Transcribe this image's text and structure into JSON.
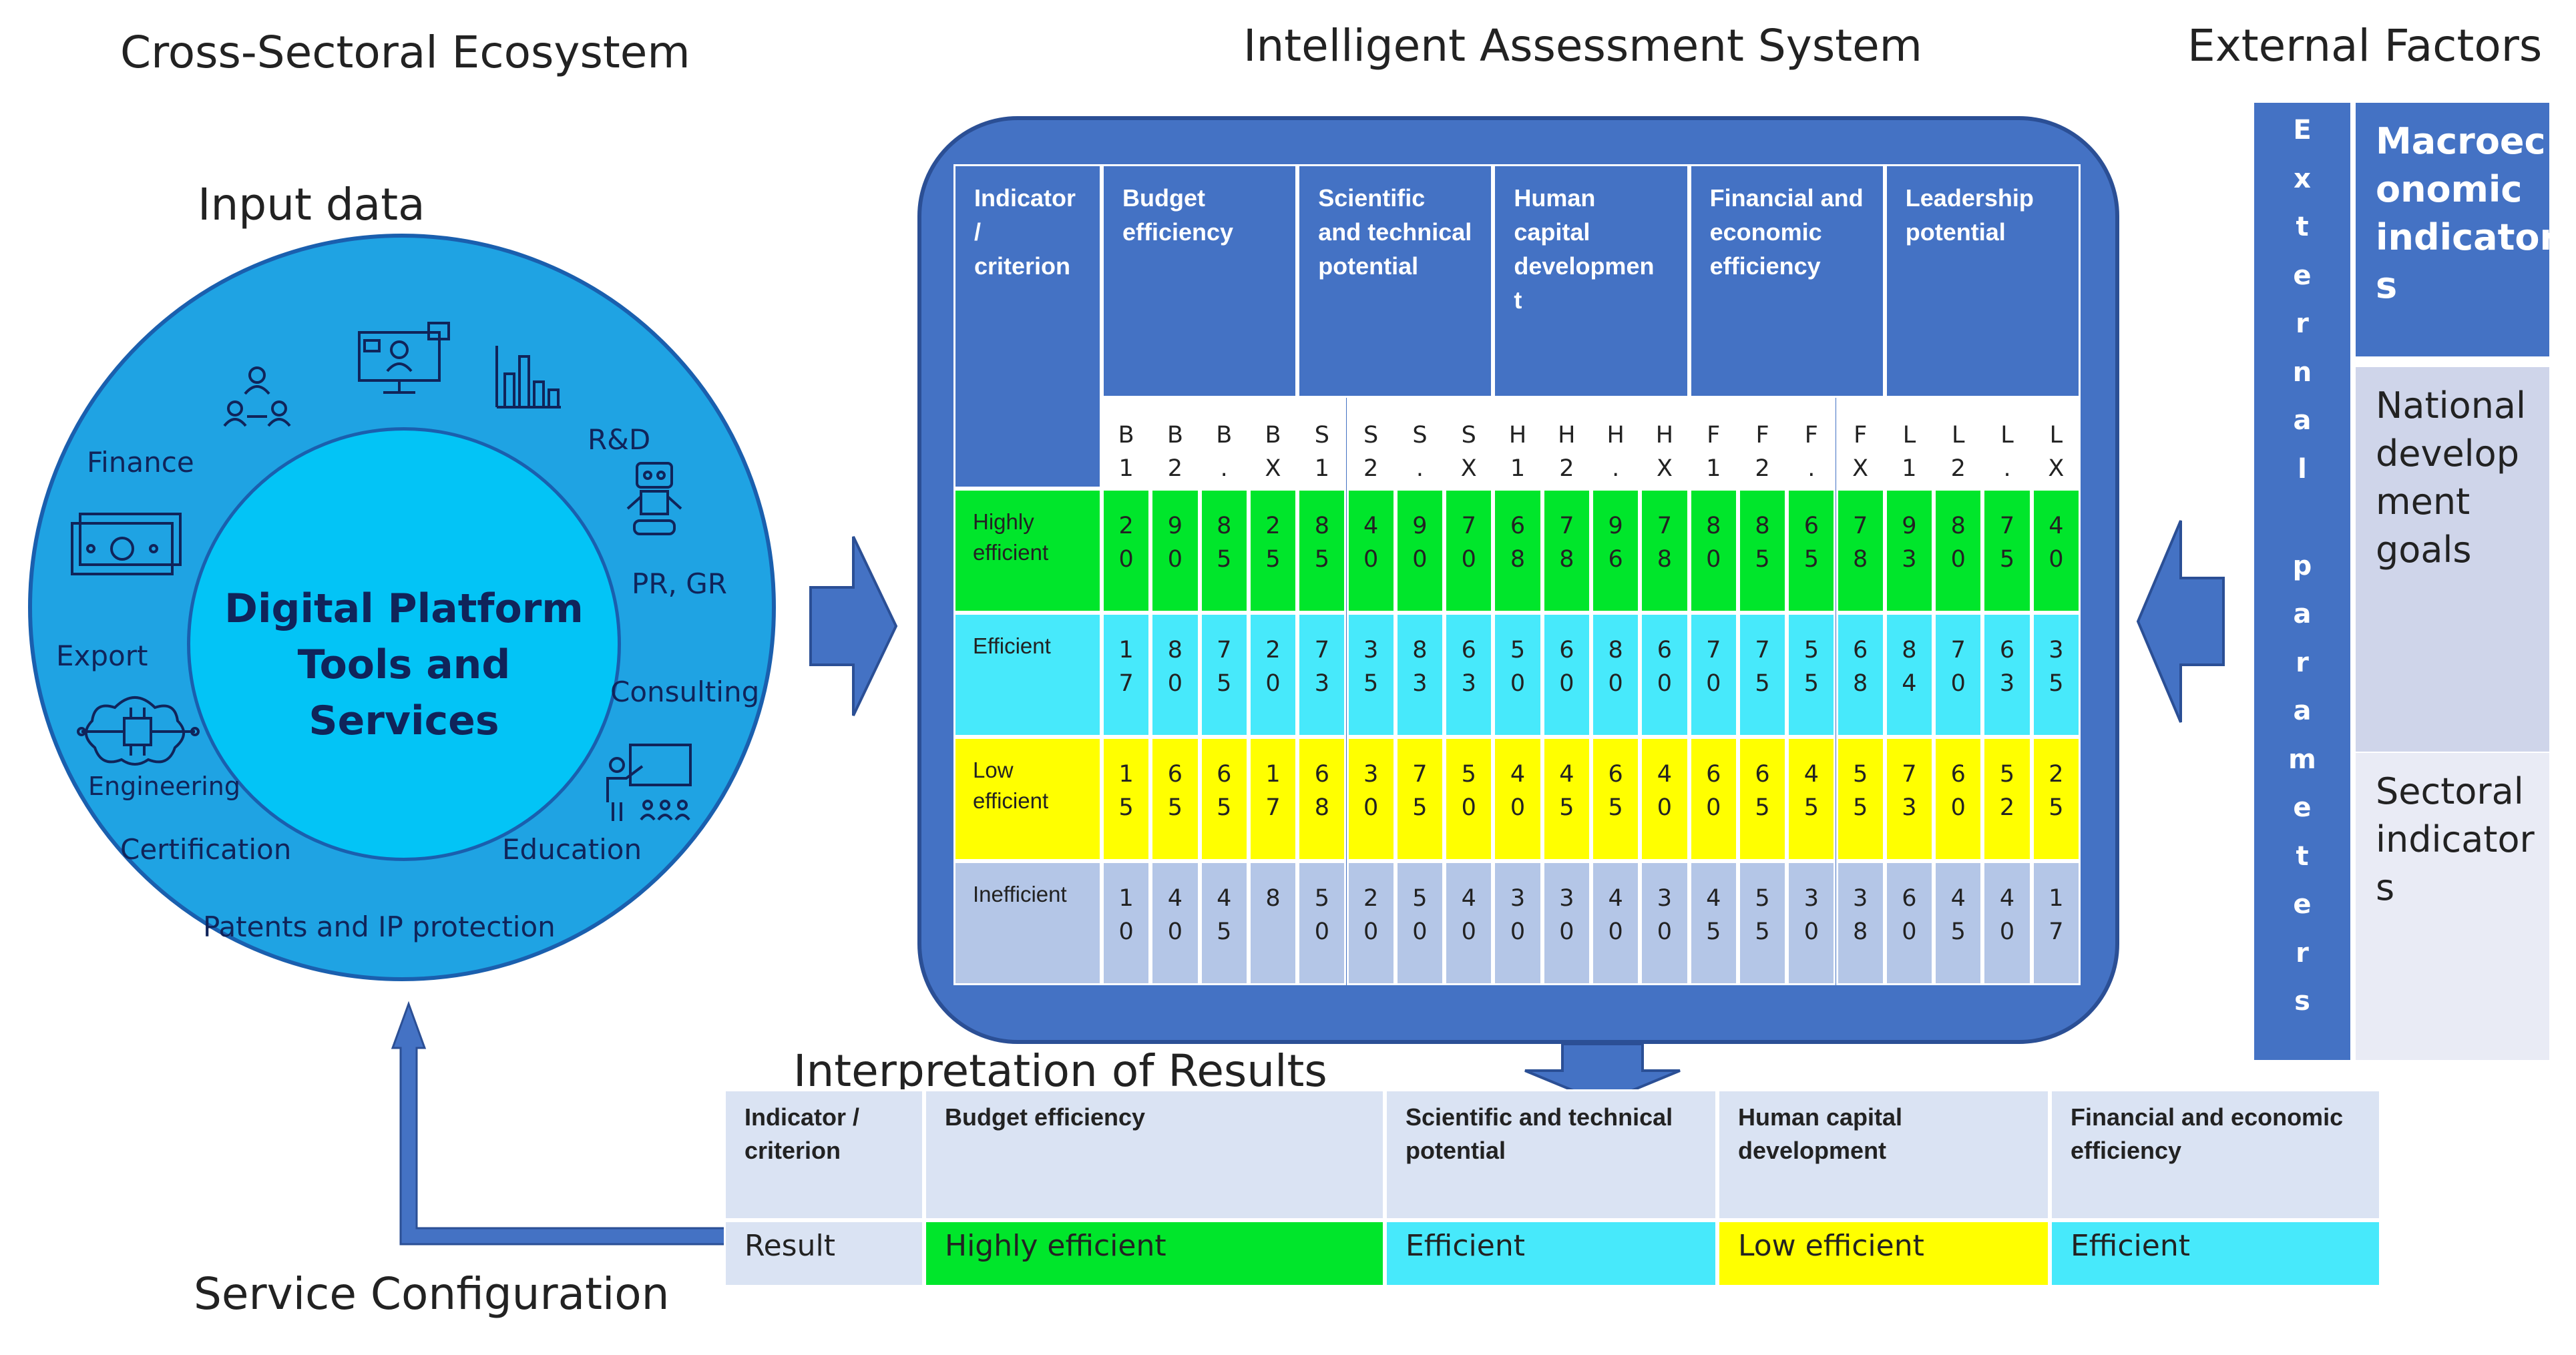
{
  "titles": {
    "ecosystem": "Cross-Sectoral Ecosystem",
    "system": "Intelligent Assessment System",
    "external": "External Factors",
    "input": "Input data",
    "interpretation": "Interpretation of Results",
    "service": "Service Configuration"
  },
  "platform": {
    "line1": "Digital Platform",
    "line2": "Tools and Services"
  },
  "sectors": {
    "finance": "Finance",
    "rnd": "R&D",
    "pr": "PR, GR",
    "export": "Export",
    "consulting": "Consulting",
    "engineering": "Engineering",
    "certification": "Certification",
    "education": "Education",
    "patents": "Patents and IP protection"
  },
  "assessment": {
    "corner": "Indicator / criterion",
    "groups": [
      {
        "label": "Budget efficiency",
        "subs": [
          [
            "B",
            "1"
          ],
          [
            "B",
            "2"
          ],
          [
            "B",
            "."
          ],
          [
            "B",
            "X"
          ]
        ]
      },
      {
        "label": "Scientific and technical potential",
        "subs": [
          [
            "S",
            "1"
          ],
          [
            "S",
            "2"
          ],
          [
            "S",
            "."
          ],
          [
            "S",
            "X"
          ]
        ]
      },
      {
        "label": "Human capital developmen t",
        "subs": [
          [
            "H",
            "1"
          ],
          [
            "H",
            "2"
          ],
          [
            "H",
            "."
          ],
          [
            "H",
            "X"
          ]
        ]
      },
      {
        "label": "Financial and economic efficiency",
        "subs": [
          [
            "F",
            "1"
          ],
          [
            "F",
            "2"
          ],
          [
            "F",
            "."
          ],
          [
            "F",
            "X"
          ]
        ]
      },
      {
        "label": "Leadership potential",
        "subs": [
          [
            "L",
            "1"
          ],
          [
            "L",
            "2"
          ],
          [
            "L",
            "."
          ],
          [
            "L",
            "X"
          ]
        ]
      }
    ],
    "rows": [
      {
        "label": "Highly efficient",
        "color": "#00e62b",
        "cells": [
          [
            "2",
            "0"
          ],
          [
            "9",
            "0"
          ],
          [
            "8",
            "5"
          ],
          [
            "2",
            "5"
          ],
          [
            "8",
            "5"
          ],
          [
            "4",
            "0"
          ],
          [
            "9",
            "0"
          ],
          [
            "7",
            "0"
          ],
          [
            "6",
            "8"
          ],
          [
            "7",
            "8"
          ],
          [
            "9",
            "6"
          ],
          [
            "7",
            "8"
          ],
          [
            "8",
            "0"
          ],
          [
            "8",
            "5"
          ],
          [
            "6",
            "5"
          ],
          [
            "7",
            "8"
          ],
          [
            "9",
            "3"
          ],
          [
            "8",
            "0"
          ],
          [
            "7",
            "5"
          ],
          [
            "4",
            "0"
          ]
        ]
      },
      {
        "label": "Efficient",
        "color": "#47e9fb",
        "cells": [
          [
            "1",
            "7"
          ],
          [
            "8",
            "0"
          ],
          [
            "7",
            "5"
          ],
          [
            "2",
            "0"
          ],
          [
            "7",
            "3"
          ],
          [
            "3",
            "5"
          ],
          [
            "8",
            "3"
          ],
          [
            "6",
            "3"
          ],
          [
            "5",
            "0"
          ],
          [
            "6",
            "0"
          ],
          [
            "8",
            "0"
          ],
          [
            "6",
            "0"
          ],
          [
            "7",
            "0"
          ],
          [
            "7",
            "5"
          ],
          [
            "5",
            "5"
          ],
          [
            "6",
            "8"
          ],
          [
            "8",
            "4"
          ],
          [
            "7",
            "0"
          ],
          [
            "6",
            "3"
          ],
          [
            "3",
            "5"
          ]
        ]
      },
      {
        "label": "Low efficient",
        "color": "#ffff00",
        "cells": [
          [
            "1",
            "5"
          ],
          [
            "6",
            "5"
          ],
          [
            "6",
            "5"
          ],
          [
            "1",
            "7"
          ],
          [
            "6",
            "8"
          ],
          [
            "3",
            "0"
          ],
          [
            "7",
            "5"
          ],
          [
            "5",
            "0"
          ],
          [
            "4",
            "0"
          ],
          [
            "4",
            "5"
          ],
          [
            "6",
            "5"
          ],
          [
            "4",
            "0"
          ],
          [
            "6",
            "0"
          ],
          [
            "6",
            "5"
          ],
          [
            "4",
            "5"
          ],
          [
            "5",
            "5"
          ],
          [
            "7",
            "3"
          ],
          [
            "6",
            "0"
          ],
          [
            "5",
            "2"
          ],
          [
            "2",
            "5"
          ]
        ]
      },
      {
        "label": "Inefficient",
        "color": "#b4c6e7",
        "cells": [
          [
            "1",
            "0"
          ],
          [
            "4",
            "0"
          ],
          [
            "4",
            "5"
          ],
          [
            "8",
            ""
          ],
          [
            "5",
            "0"
          ],
          [
            "2",
            "0"
          ],
          [
            "5",
            "0"
          ],
          [
            "4",
            "0"
          ],
          [
            "3",
            "0"
          ],
          [
            "3",
            "0"
          ],
          [
            "4",
            "0"
          ],
          [
            "3",
            "0"
          ],
          [
            "4",
            "5"
          ],
          [
            "5",
            "5"
          ],
          [
            "3",
            "0"
          ],
          [
            "3",
            "8"
          ],
          [
            "6",
            "0"
          ],
          [
            "4",
            "5"
          ],
          [
            "4",
            "0"
          ],
          [
            "1",
            "7"
          ]
        ]
      }
    ]
  },
  "external": {
    "vertical_text": "External parameters",
    "boxes": [
      {
        "label": "Macroec onomic indicator s",
        "color": "#4472c4"
      },
      {
        "label": "National develop ment goals",
        "color": "#cfd5ea"
      },
      {
        "label": "Sectoral indicator s",
        "color": "#e9ebf5"
      }
    ]
  },
  "interpretation": {
    "headers": [
      "Indicator / criterion",
      "Budget efficiency",
      "Scientific and technical potential",
      "Human capital development",
      "Financial and economic efficiency"
    ],
    "results": [
      {
        "label": "Result",
        "color": "#dae3f3"
      },
      {
        "label": "Highly efficient",
        "color": "#00e62b"
      },
      {
        "label": "Efficient",
        "color": "#47e9fb"
      },
      {
        "label": "Low efficient",
        "color": "#ffff00"
      },
      {
        "label": "Efficient",
        "color": "#47e9fb"
      }
    ]
  },
  "colors": {
    "system_blue": "#4472c4",
    "arrow_blue": "#4472c4",
    "circle_outer": "#1fa3e3",
    "circle_inner": "#03c4f6"
  }
}
